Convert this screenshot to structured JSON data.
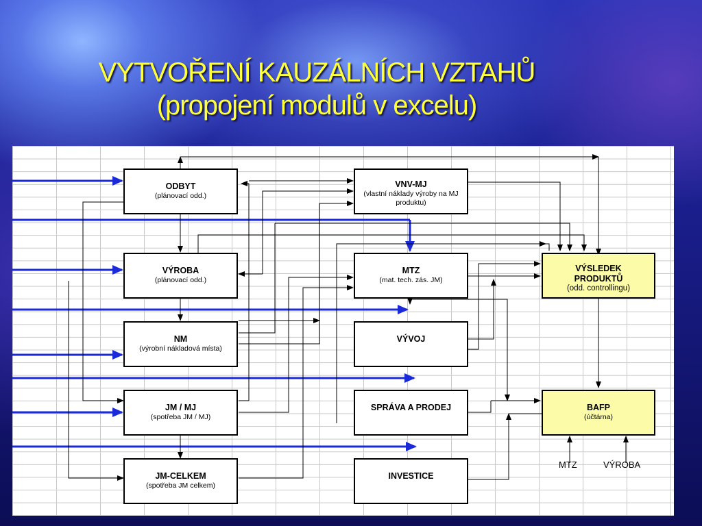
{
  "title": {
    "line1": "VYTVOŘENÍ KAUZÁLNÍCH VZTAHŮ",
    "line2": "(propojení modulů v excelu)"
  },
  "boxes": {
    "odbyt": {
      "title": "ODBYT",
      "sub": "(plánovací odd.)"
    },
    "vyroba": {
      "title": "VÝROBA",
      "sub": "(plánovací odd.)"
    },
    "nm": {
      "title": "NM",
      "sub": "(výrobní nákladová místa)"
    },
    "jmmj": {
      "title": "JM / MJ",
      "sub": "(spotřeba JM / MJ)"
    },
    "jmcelkem": {
      "title": "JM-CELKEM",
      "sub": "(spotřeba JM celkem)"
    },
    "vnvmj": {
      "title": "VNV-MJ",
      "sub": "(vlastní náklady výroby na MJ produktu)"
    },
    "mtz": {
      "title": "MTZ",
      "sub": "(mat. tech. zás. JM)"
    },
    "vyvoj": {
      "title": "VÝVOJ",
      "sub": ""
    },
    "sprava": {
      "title": "SPRÁVA A PRODEJ",
      "sub": ""
    },
    "investice": {
      "title": "INVESTICE",
      "sub": ""
    },
    "vysledek": {
      "title": "VÝSLEDEK PRODUKTŮ",
      "sub": "(odd. controllingu)"
    },
    "bafp": {
      "title": "BAFP",
      "sub": "(účtárna)"
    }
  },
  "side_labels": {
    "mtz": "MTZ",
    "vyroba": "VÝROBA"
  },
  "colors": {
    "title": "#ffff3a",
    "input_arrow": "#1a2ad8",
    "box_yellow": "#fcfca8"
  }
}
